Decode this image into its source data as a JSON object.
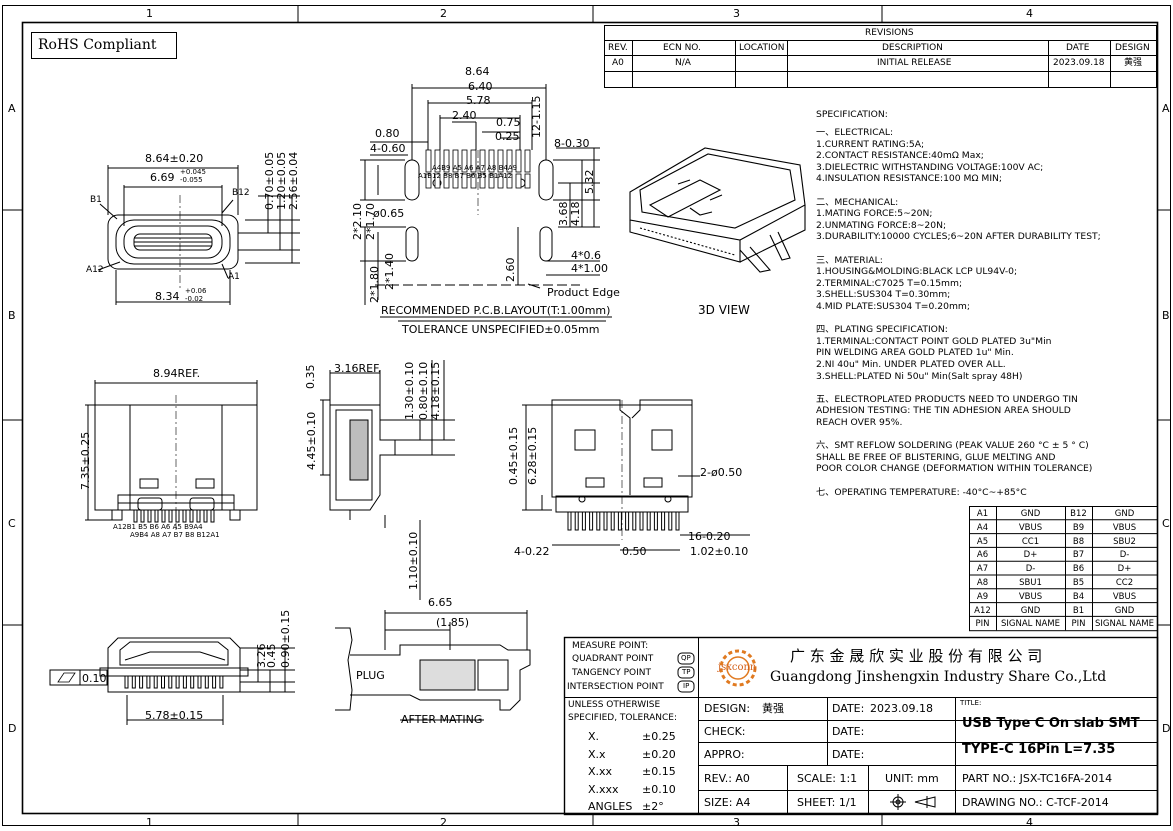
{
  "grid": {
    "columns": [
      "1",
      "2",
      "3",
      "4"
    ],
    "rows": [
      "A",
      "B",
      "C",
      "D"
    ]
  },
  "rohs": "RoHS Compliant",
  "revisions": {
    "title": "REVISIONS",
    "headers": [
      "REV.",
      "ECN NO.",
      "LOCATION",
      "DESCRIPTION",
      "DATE",
      "DESIGN"
    ],
    "rows": [
      [
        "A0",
        "N/A",
        "",
        "INITIAL RELEASE",
        "2023.09.18",
        "黄强"
      ]
    ]
  },
  "specification": {
    "title": "SPECIFICATION:",
    "lines": [
      "一、ELECTRICAL:",
      "  1.CURRENT  RATING:5A;",
      "  2.CONTACT  RESISTANCE:40mΩ  Max;",
      "  3.DIELECTRIC  WITHSTANDING  VOLTAGE:100V  AC;",
      "  4.INSULATION  RESISTANCE:100  MΩ  MIN;",
      "",
      "二、MECHANICAL:",
      " 1.MATING  FORCE:5~20N;",
      " 2.UNMATING  FORCE:8~20N;",
      " 3.DURABILITY:10000  CYCLES;6~20N  AFTER  DURABILITY  TEST;",
      "",
      "三、MATERIAL:",
      " 1.HOUSING&MOLDING:BLACK  LCP  UL94V-0;",
      " 2.TERMINAL:C7025  T=0.15mm;",
      " 3.SHELL:SUS304  T=0.30mm;",
      " 4.MID  PLATE:SUS304  T=0.20mm;",
      "",
      "四、PLATING  SPECIFICATION:",
      "   1.TERMINAL:CONTACT  POINT  GOLD  PLATED  3u\"Min",
      "      PIN  WELDING  AREA  GOLD  PLATED  1u\"  Min.",
      "   2.NI  40u\"  Min.  UNDER  PLATED  OVER  ALL.",
      "   3.SHELL:PLATED  Ni  50u\"  Min(Salt  spray  48H)",
      "",
      "五、ELECTROPLATED  PRODUCTS  NEED  TO  UNDERGO  TIN",
      "     ADHESION  TESTING:  THE  TIN  ADHESION  AREA  SHOULD",
      "     REACH  OVER  95%.",
      "",
      "六、SMT  REFLOW  SOLDERING  (PEAK  VALUE  260  °C  ±  5  °  C)",
      "     SHALL  BE  FREE  OF  BLISTERING,  GLUE  MELTING  AND",
      "     POOR  COLOR  CHANGE  (DEFORMATION  WITHIN  TOLERANCE)",
      "",
      "七、OPERATING  TEMPERATURE:  -40°C~+85°C"
    ]
  },
  "pin_table": {
    "rows": [
      [
        "A1",
        "GND",
        "B12",
        "GND"
      ],
      [
        "A4",
        "VBUS",
        "B9",
        "VBUS"
      ],
      [
        "A5",
        "CC1",
        "B8",
        "SBU2"
      ],
      [
        "A6",
        "D+",
        "B7",
        "D-"
      ],
      [
        "A7",
        "D-",
        "B6",
        "D+"
      ],
      [
        "A8",
        "SBU1",
        "B5",
        "CC2"
      ],
      [
        "A9",
        "VBUS",
        "B4",
        "VBUS"
      ],
      [
        "A12",
        "GND",
        "B1",
        "GND"
      ]
    ],
    "footer": [
      "PIN",
      "SIGNAL NAME",
      "PIN",
      "SIGNAL NAME"
    ]
  },
  "views": {
    "front": {
      "width_top": "8.64±0.20",
      "width_inner": "6.69",
      "width_inner_tol_plus": "+0.045",
      "width_inner_tol_minus": "-0.055",
      "width_bottom": "8.34",
      "width_bottom_tol_plus": "+0.06",
      "width_bottom_tol_minus": "-0.02",
      "h1": "0.70±0.05",
      "h2": "1.20±0.05",
      "h3": "2.56±0.04",
      "b1": "B1",
      "b12": "B12",
      "a12": "A12",
      "a1": "A1"
    },
    "pcb": {
      "d_864": "8.64",
      "d_640": "6.40",
      "d_578": "5.78",
      "d_240": "2.40",
      "d_075": "0.75",
      "d_080": "0.80",
      "d_025": "0.25",
      "d_12_115": "12-1.15",
      "d_4_060": "4-0.60",
      "d_8_030": "8-0.30",
      "d_2_210": "2*2.10",
      "d_2_170": "2*1.70",
      "d_phi065": "ø0.65",
      "d_368": "3.68",
      "d_418": "4.18",
      "d_532": "5.32",
      "d_260": "2.60",
      "d_4_06": "4*0.6",
      "d_4_100": "4*1.00",
      "d_2_180": "2*1.80",
      "d_2_140": "2*1.40",
      "pins_left": "A4B9 A5 A6 A7 A8 B4A9",
      "pins_top": "A1B12  B8  B7  B6  B5  B1A12",
      "product_edge": "Product Edge",
      "layout_title": "RECOMMENDED  P.C.B.LAYOUT(T:1.00mm)",
      "tolerance_note": "TOLERANCE  UNSPECIFIED±0.05mm"
    },
    "view3d": "3D  VIEW",
    "top": {
      "ref": "8.94REF.",
      "height": "7.35±0.25",
      "pins_row1": "A12B1  B5  B6  A6  A5  B9A4",
      "pins_row2": "A9B4  A8  A7  B7  B8  B12A1"
    },
    "side": {
      "ref": "3.16REF.",
      "d035": "0.35",
      "d130": "1.30±0.10",
      "d080": "0.80±0.10",
      "d418": "4.18±0.15",
      "d445": "4.45±0.10",
      "d110": "1.10±0.10"
    },
    "bottom": {
      "d045": "0.45±0.15",
      "d628": "6.28±0.15",
      "d2050": "2-ø0.50",
      "d16020": "16-0.20",
      "d4022": "4-0.22",
      "d050": "0.50",
      "d102": "1.02±0.10"
    },
    "end": {
      "d326": "3.26",
      "d045": "0.45",
      "d090": "0.90±0.15",
      "d578": "5.78±0.15",
      "flatness": "0.10"
    },
    "mating": {
      "d665": "6.65",
      "d185": "(1.85)",
      "plug": "PLUG",
      "after": "AFTER  MATING"
    }
  },
  "measure_point": {
    "lines": [
      "MEASURE  POINT:",
      "QUADRANT  POINT",
      "TANGENCY  POINT",
      "INTERSECTION  POINT"
    ],
    "symbols": [
      "QP",
      "TP",
      "IP"
    ]
  },
  "company": {
    "logo": "jsxconn",
    "name_cn": "广 东 金 晟 欣 实 业 股 份 有 限 公 司",
    "name_en": "Guangdong  Jinshengxin  Industry  Share  Co.,Ltd"
  },
  "tolerance": {
    "header": [
      "UNLESS  OTHERWISE",
      "SPECIFIED,  TOLERANCE:"
    ],
    "rows": [
      [
        "X.",
        "±0.25"
      ],
      [
        "X.x",
        "±0.20"
      ],
      [
        "X.xx",
        "±0.15"
      ],
      [
        "X.xxx",
        "±0.10"
      ],
      [
        "ANGLES",
        "±2°"
      ]
    ]
  },
  "title_block": {
    "design": "DESIGN:",
    "designer": "黄强",
    "date_label": "DATE:",
    "date_value": "2023.09.18",
    "check": "CHECK:",
    "appro": "APPRO:",
    "rev": "REV.: A0",
    "scale": "SCALE: 1:1",
    "unit": "UNIT: mm",
    "size": "SIZE: A4",
    "sheet": "SHEET: 1/1",
    "title_label": "TITLE:",
    "title1": "USB Type C  On slab SMT",
    "title2": "TYPE-C 16Pin  L=7.35",
    "part_no": "PART  NO.:  JSX-TC16FA-2014",
    "drawing_no": "DRAWING  NO.:  C-TCF-2014"
  }
}
